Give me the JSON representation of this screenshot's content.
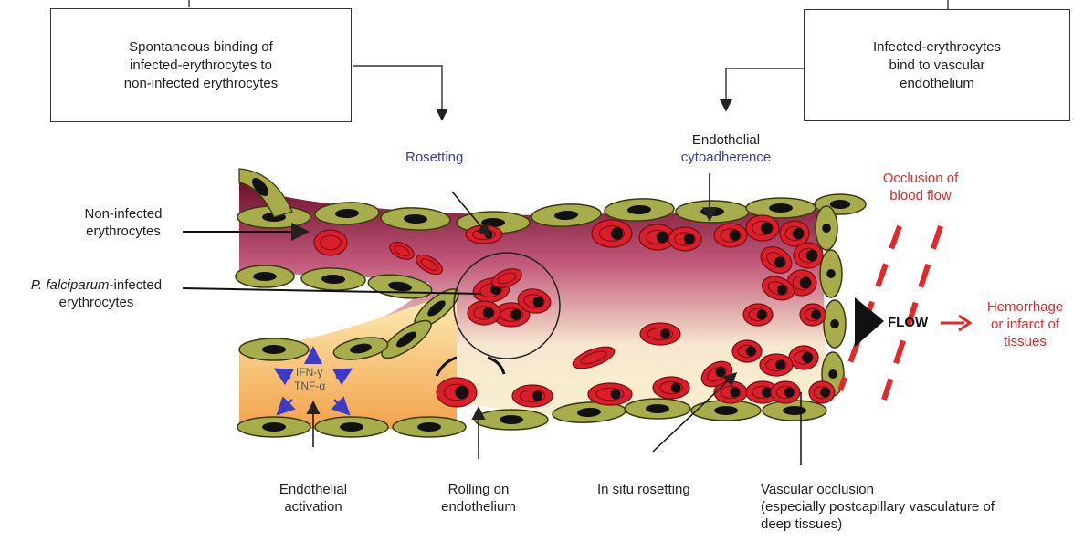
{
  "boxes": {
    "left": [
      "Spontaneous binding of",
      "infected-erythrocytes to",
      "non-infected erythrocytes"
    ],
    "right": [
      "Infected-erythrocytes",
      "bind to vascular",
      "endothelium"
    ]
  },
  "labels": {
    "rosetting": "Rosetting",
    "endothelial_top": "Endothelial",
    "cytoadherence": "cytoadherence",
    "occlusion": [
      "Occlusion of",
      "blood flow"
    ],
    "non_infected": [
      "Non-infected",
      "erythrocytes"
    ],
    "pf_italic": "P. falciparum",
    "pf_rest": "-infected",
    "pf_line2": "erythrocytes",
    "ifn": "IFN-γ",
    "tnf": "TNF-α",
    "flow": "FLOW",
    "hemorrhage": [
      "Hemorrhage",
      "or infarct of",
      "tissues"
    ],
    "endothelial_activation": [
      "Endothelial",
      "activation"
    ],
    "rolling": [
      "Rolling on",
      "endothelium"
    ],
    "in_situ": "In situ rosetting",
    "vascular_occlusion": [
      "Vascular occlusion",
      "(especially postcapillary vasculature of",
      "deep tissues)"
    ]
  },
  "colors": {
    "cell_red": "#d9202a",
    "endothelium_green": "#a7ad4a",
    "lumen_dark": "#6b0f2a",
    "lumen_light": "#f6e6c0",
    "occlusion_red": "#e2292a",
    "arrow_blue": "#3b3ac9"
  }
}
